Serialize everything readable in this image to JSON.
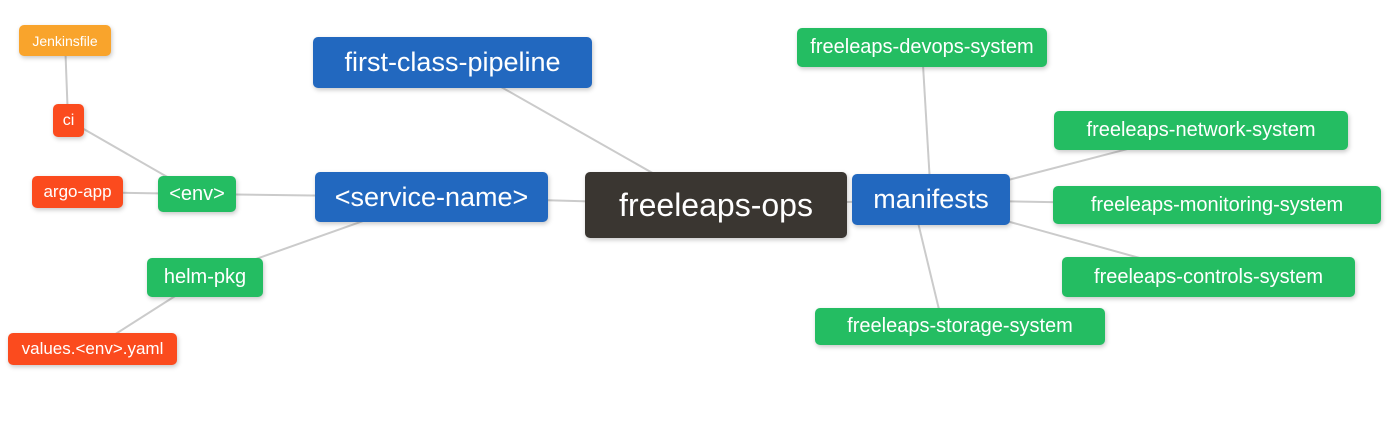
{
  "diagram": {
    "title": "freeleaps-ops mind map",
    "background": "#ffffff",
    "palette": {
      "root_dark": "#3a3631",
      "branch_blue": "#2268bf",
      "child_green": "#24bd62",
      "leaf_red": "#fb4b1e",
      "leaf_amber": "#f9a42c",
      "edge_gray": "#cbcbcb",
      "text": "#ffffff"
    },
    "nodes": {
      "root": {
        "label": "freeleaps-ops",
        "color": "root_dark"
      },
      "first_class_pipeline": {
        "label": "first-class-pipeline",
        "color": "branch_blue"
      },
      "service_name": {
        "label": "<service-name>",
        "color": "branch_blue"
      },
      "manifests": {
        "label": "manifests",
        "color": "branch_blue"
      },
      "env": {
        "label": "<env>",
        "color": "child_green"
      },
      "helm_pkg": {
        "label": "helm-pkg",
        "color": "child_green"
      },
      "ci": {
        "label": "ci",
        "color": "leaf_red"
      },
      "argo_app": {
        "label": "argo-app",
        "color": "leaf_red"
      },
      "values_yaml": {
        "label": "values.<env>.yaml",
        "color": "leaf_red"
      },
      "jenkinsfile": {
        "label": "Jenkinsfile",
        "color": "leaf_amber"
      },
      "devops_system": {
        "label": "freeleaps-devops-system",
        "color": "child_green"
      },
      "network_system": {
        "label": "freeleaps-network-system",
        "color": "child_green"
      },
      "monitoring_system": {
        "label": "freeleaps-monitoring-system",
        "color": "child_green"
      },
      "controls_system": {
        "label": "freeleaps-controls-system",
        "color": "child_green"
      },
      "storage_system": {
        "label": "freeleaps-storage-system",
        "color": "child_green"
      }
    },
    "edges": [
      {
        "from": "jenkinsfile",
        "to": "ci"
      },
      {
        "from": "ci",
        "to": "env"
      },
      {
        "from": "argo_app",
        "to": "env"
      },
      {
        "from": "env",
        "to": "service_name"
      },
      {
        "from": "service_name",
        "to": "helm_pkg"
      },
      {
        "from": "helm_pkg",
        "to": "values_yaml"
      },
      {
        "from": "first_class_pipeline",
        "to": "root"
      },
      {
        "from": "service_name",
        "to": "root"
      },
      {
        "from": "root",
        "to": "manifests"
      },
      {
        "from": "manifests",
        "to": "devops_system"
      },
      {
        "from": "manifests",
        "to": "network_system"
      },
      {
        "from": "manifests",
        "to": "monitoring_system"
      },
      {
        "from": "manifests",
        "to": "controls_system"
      },
      {
        "from": "manifests",
        "to": "storage_system"
      }
    ]
  }
}
